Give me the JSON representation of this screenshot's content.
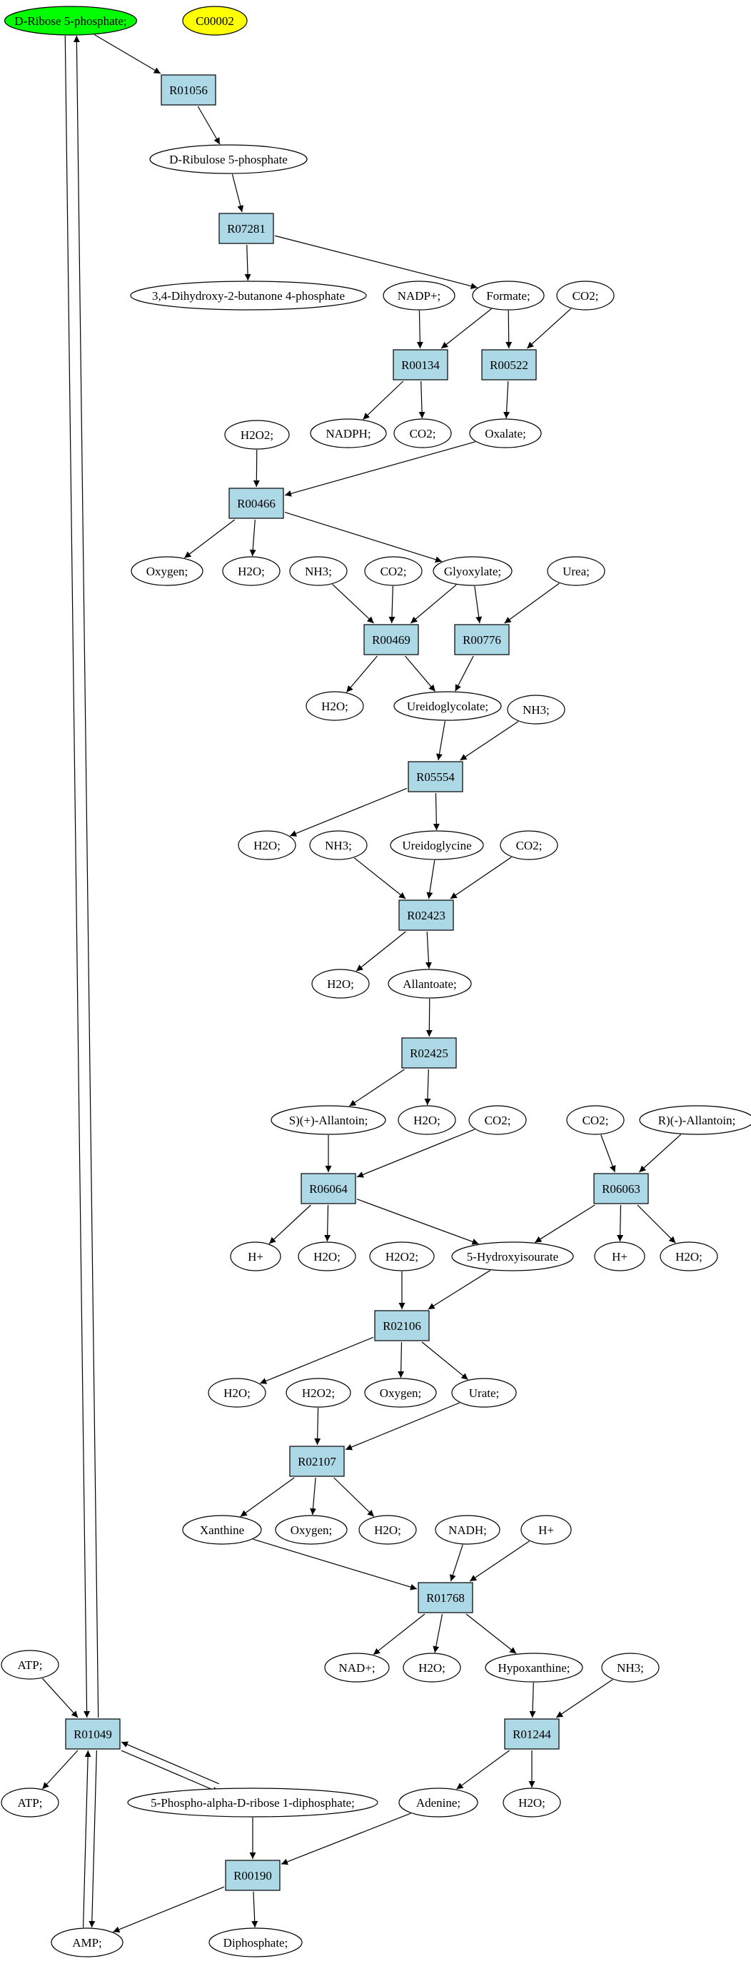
{
  "colors": {
    "reaction_fill": "#add8e6",
    "highlight_start": "#00ff00",
    "highlight_id": "#ffff00",
    "compound_fill": "#ffffff",
    "stroke": "#000000"
  },
  "nodes": [
    {
      "id": "ribose5p",
      "type": "compound",
      "label": "D-Ribose 5-phosphate;",
      "style": "highlight_start"
    },
    {
      "id": "c00002",
      "type": "compound",
      "label": "C00002",
      "style": "highlight_id"
    },
    {
      "id": "R01056",
      "type": "reaction",
      "label": "R01056"
    },
    {
      "id": "ribulose5p",
      "type": "compound",
      "label": "D-Ribulose 5-phosphate"
    },
    {
      "id": "R07281",
      "type": "reaction",
      "label": "R07281"
    },
    {
      "id": "dhbp",
      "type": "compound",
      "label": "3,4-Dihydroxy-2-butanone 4-phosphate"
    },
    {
      "id": "nadp",
      "type": "compound",
      "label": "NADP+;"
    },
    {
      "id": "formate",
      "type": "compound",
      "label": "Formate;"
    },
    {
      "id": "co2_1",
      "type": "compound",
      "label": "CO2;"
    },
    {
      "id": "R00134",
      "type": "reaction",
      "label": "R00134"
    },
    {
      "id": "R00522",
      "type": "reaction",
      "label": "R00522"
    },
    {
      "id": "nadph",
      "type": "compound",
      "label": "NADPH;"
    },
    {
      "id": "co2_2",
      "type": "compound",
      "label": "CO2;"
    },
    {
      "id": "oxalate",
      "type": "compound",
      "label": "Oxalate;"
    },
    {
      "id": "h2o2_1",
      "type": "compound",
      "label": "H2O2;"
    },
    {
      "id": "R00466",
      "type": "reaction",
      "label": "R00466"
    },
    {
      "id": "oxygen_1",
      "type": "compound",
      "label": "Oxygen;"
    },
    {
      "id": "h2o_1",
      "type": "compound",
      "label": "H2O;"
    },
    {
      "id": "nh3_1",
      "type": "compound",
      "label": "NH3;"
    },
    {
      "id": "co2_3",
      "type": "compound",
      "label": "CO2;"
    },
    {
      "id": "glyoxylate",
      "type": "compound",
      "label": "Glyoxylate;"
    },
    {
      "id": "urea",
      "type": "compound",
      "label": "Urea;"
    },
    {
      "id": "R00469",
      "type": "reaction",
      "label": "R00469"
    },
    {
      "id": "R00776",
      "type": "reaction",
      "label": "R00776"
    },
    {
      "id": "h2o_2",
      "type": "compound",
      "label": "H2O;"
    },
    {
      "id": "ureidoglycolate",
      "type": "compound",
      "label": "Ureidoglycolate;"
    },
    {
      "id": "nh3_2",
      "type": "compound",
      "label": "NH3;"
    },
    {
      "id": "R05554",
      "type": "reaction",
      "label": "R05554"
    },
    {
      "id": "h2o_3",
      "type": "compound",
      "label": "H2O;"
    },
    {
      "id": "nh3_3",
      "type": "compound",
      "label": "NH3;"
    },
    {
      "id": "ureidoglycine",
      "type": "compound",
      "label": "Ureidoglycine"
    },
    {
      "id": "co2_4",
      "type": "compound",
      "label": "CO2;"
    },
    {
      "id": "R02423",
      "type": "reaction",
      "label": "R02423"
    },
    {
      "id": "h2o_4",
      "type": "compound",
      "label": "H2O;"
    },
    {
      "id": "allantoate",
      "type": "compound",
      "label": "Allantoate;"
    },
    {
      "id": "R02425",
      "type": "reaction",
      "label": "R02425"
    },
    {
      "id": "s_allantoin",
      "type": "compound",
      "label": "S)(+)-Allantoin;"
    },
    {
      "id": "h2o_5",
      "type": "compound",
      "label": "H2O;"
    },
    {
      "id": "co2_5",
      "type": "compound",
      "label": "CO2;"
    },
    {
      "id": "co2_6",
      "type": "compound",
      "label": "CO2;"
    },
    {
      "id": "r_allantoin",
      "type": "compound",
      "label": "R)(-)-Allantoin;"
    },
    {
      "id": "R06064",
      "type": "reaction",
      "label": "R06064"
    },
    {
      "id": "R06063",
      "type": "reaction",
      "label": "R06063"
    },
    {
      "id": "hplus_1",
      "type": "compound",
      "label": "H+"
    },
    {
      "id": "h2o_6",
      "type": "compound",
      "label": "H2O;"
    },
    {
      "id": "h2o2_2",
      "type": "compound",
      "label": "H2O2;"
    },
    {
      "id": "hiu",
      "type": "compound",
      "label": "5-Hydroxyisourate"
    },
    {
      "id": "hplus_2",
      "type": "compound",
      "label": "H+"
    },
    {
      "id": "h2o_7",
      "type": "compound",
      "label": "H2O;"
    },
    {
      "id": "R02106",
      "type": "reaction",
      "label": "R02106"
    },
    {
      "id": "h2o_8",
      "type": "compound",
      "label": "H2O;"
    },
    {
      "id": "h2o2_3",
      "type": "compound",
      "label": "H2O2;"
    },
    {
      "id": "oxygen_2",
      "type": "compound",
      "label": "Oxygen;"
    },
    {
      "id": "urate",
      "type": "compound",
      "label": "Urate;"
    },
    {
      "id": "R02107",
      "type": "reaction",
      "label": "R02107"
    },
    {
      "id": "xanthine",
      "type": "compound",
      "label": "Xanthine"
    },
    {
      "id": "oxygen_3",
      "type": "compound",
      "label": "Oxygen;"
    },
    {
      "id": "h2o_9",
      "type": "compound",
      "label": "H2O;"
    },
    {
      "id": "nadh",
      "type": "compound",
      "label": "NADH;"
    },
    {
      "id": "hplus_3",
      "type": "compound",
      "label": "H+"
    },
    {
      "id": "R01768",
      "type": "reaction",
      "label": "R01768"
    },
    {
      "id": "nadplus",
      "type": "compound",
      "label": "NAD+;"
    },
    {
      "id": "h2o_10",
      "type": "compound",
      "label": "H2O;"
    },
    {
      "id": "hypoxanthine",
      "type": "compound",
      "label": "Hypoxanthine;"
    },
    {
      "id": "nh3_4",
      "type": "compound",
      "label": "NH3;"
    },
    {
      "id": "atp_1",
      "type": "compound",
      "label": "ATP;"
    },
    {
      "id": "R01049",
      "type": "reaction",
      "label": "R01049"
    },
    {
      "id": "R01244",
      "type": "reaction",
      "label": "R01244"
    },
    {
      "id": "atp_2",
      "type": "compound",
      "label": "ATP;"
    },
    {
      "id": "prpp",
      "type": "compound",
      "label": "5-Phospho-alpha-D-ribose 1-diphosphate;"
    },
    {
      "id": "adenine",
      "type": "compound",
      "label": "Adenine;"
    },
    {
      "id": "h2o_11",
      "type": "compound",
      "label": "H2O;"
    },
    {
      "id": "R00190",
      "type": "reaction",
      "label": "R00190"
    },
    {
      "id": "amp",
      "type": "compound",
      "label": "AMP;"
    },
    {
      "id": "diphosphate",
      "type": "compound",
      "label": "Diphosphate;"
    }
  ],
  "edges": [
    [
      "ribose5p",
      "R01056"
    ],
    [
      "R01056",
      "ribulose5p"
    ],
    [
      "ribulose5p",
      "R07281"
    ],
    [
      "R07281",
      "dhbp"
    ],
    [
      "R07281",
      "formate"
    ],
    [
      "nadp",
      "R00134"
    ],
    [
      "formate",
      "R00134"
    ],
    [
      "formate",
      "R00522"
    ],
    [
      "co2_1",
      "R00522"
    ],
    [
      "R00134",
      "nadph"
    ],
    [
      "R00134",
      "co2_2"
    ],
    [
      "R00522",
      "oxalate"
    ],
    [
      "h2o2_1",
      "R00466"
    ],
    [
      "oxalate",
      "R00466"
    ],
    [
      "R00466",
      "oxygen_1"
    ],
    [
      "R00466",
      "h2o_1"
    ],
    [
      "R00466",
      "glyoxylate"
    ],
    [
      "nh3_1",
      "R00469"
    ],
    [
      "co2_3",
      "R00469"
    ],
    [
      "glyoxylate",
      "R00469"
    ],
    [
      "glyoxylate",
      "R00776"
    ],
    [
      "urea",
      "R00776"
    ],
    [
      "R00469",
      "h2o_2"
    ],
    [
      "R00469",
      "ureidoglycolate"
    ],
    [
      "R00776",
      "ureidoglycolate"
    ],
    [
      "ureidoglycolate",
      "R05554"
    ],
    [
      "nh3_2",
      "R05554"
    ],
    [
      "R05554",
      "h2o_3"
    ],
    [
      "R05554",
      "ureidoglycine"
    ],
    [
      "nh3_3",
      "R02423"
    ],
    [
      "ureidoglycine",
      "R02423"
    ],
    [
      "co2_4",
      "R02423"
    ],
    [
      "R02423",
      "h2o_4"
    ],
    [
      "R02423",
      "allantoate"
    ],
    [
      "allantoate",
      "R02425"
    ],
    [
      "R02425",
      "s_allantoin"
    ],
    [
      "R02425",
      "h2o_5"
    ],
    [
      "s_allantoin",
      "R06064"
    ],
    [
      "co2_5",
      "R06064"
    ],
    [
      "co2_6",
      "R06063"
    ],
    [
      "r_allantoin",
      "R06063"
    ],
    [
      "R06064",
      "hplus_1"
    ],
    [
      "R06064",
      "h2o_6"
    ],
    [
      "R06064",
      "hiu"
    ],
    [
      "R06063",
      "hiu"
    ],
    [
      "R06063",
      "hplus_2"
    ],
    [
      "R06063",
      "h2o_7"
    ],
    [
      "h2o2_2",
      "R02106"
    ],
    [
      "hiu",
      "R02106"
    ],
    [
      "R02106",
      "h2o_8"
    ],
    [
      "R02106",
      "oxygen_2"
    ],
    [
      "R02106",
      "urate"
    ],
    [
      "h2o2_3",
      "R02107"
    ],
    [
      "urate",
      "R02107"
    ],
    [
      "R02107",
      "xanthine"
    ],
    [
      "R02107",
      "oxygen_3"
    ],
    [
      "R02107",
      "h2o_9"
    ],
    [
      "xanthine",
      "R01768"
    ],
    [
      "nadh",
      "R01768"
    ],
    [
      "hplus_3",
      "R01768"
    ],
    [
      "R01768",
      "nadplus"
    ],
    [
      "R01768",
      "h2o_10"
    ],
    [
      "R01768",
      "hypoxanthine"
    ],
    [
      "hypoxanthine",
      "R01244"
    ],
    [
      "nh3_4",
      "R01244"
    ],
    [
      "R01244",
      "adenine"
    ],
    [
      "R01244",
      "h2o_11"
    ],
    [
      "atp_1",
      "R01049"
    ],
    [
      "R01049",
      "atp_2"
    ],
    [
      "prpp",
      "R01049"
    ],
    [
      "R01049",
      "prpp"
    ],
    [
      "amp",
      "R01049"
    ],
    [
      "R01049",
      "amp"
    ],
    [
      "ribose5p",
      "R01049"
    ],
    [
      "R01049",
      "ribose5p"
    ],
    [
      "prpp",
      "R00190"
    ],
    [
      "adenine",
      "R00190"
    ],
    [
      "R00190",
      "amp"
    ],
    [
      "R00190",
      "diphosphate"
    ]
  ]
}
